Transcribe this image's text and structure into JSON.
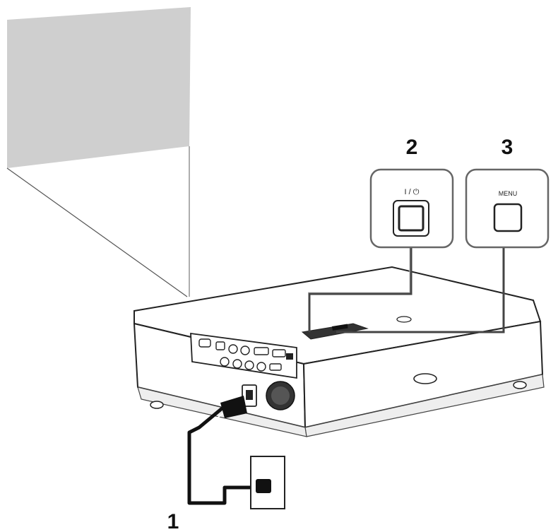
{
  "steps": {
    "step_1": "1",
    "step_2": "2",
    "step_3": "3"
  },
  "callouts": {
    "power_button_label": "I / ⏻",
    "menu_button_label": "MENU"
  },
  "icons": {
    "screen": "projection-screen-icon",
    "projector": "projector-icon",
    "power_button": "power-button-icon",
    "menu_button": "menu-button-icon",
    "wall_outlet": "wall-outlet-icon",
    "power_plug": "power-plug-icon"
  },
  "colors": {
    "screen_fill": "#cfcfcf",
    "line": "#222222",
    "callout_border": "#666666"
  }
}
